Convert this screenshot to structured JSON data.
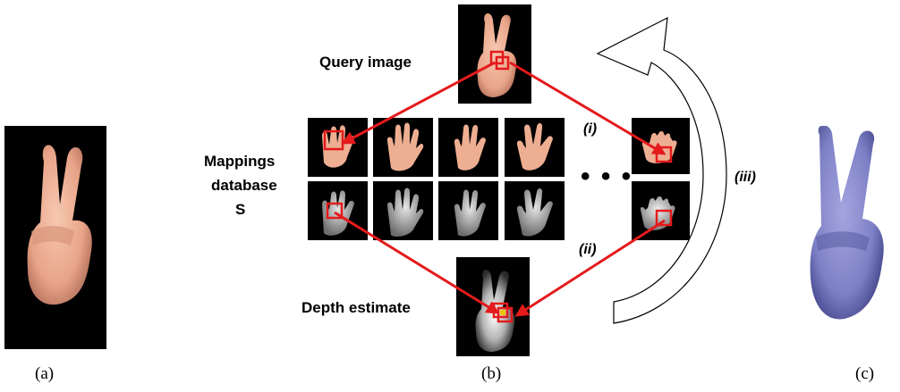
{
  "captions": {
    "a": "(a)",
    "b": "(b)",
    "c": "(c)"
  },
  "labels": {
    "query_image": "Query image",
    "mappings_line1": "Mappings",
    "mappings_line2": "database",
    "mappings_line3": "S",
    "depth_estimate": "Depth estimate"
  },
  "steps": {
    "i": "(i)",
    "ii": "(ii)",
    "iii": "(iii)"
  },
  "ellipsis": "• • •",
  "colors": {
    "arrow": "#e41a1c",
    "skin": "#f2b79c",
    "depth": "#bdbdbd",
    "mesh": "#7e80c6",
    "tile_bg": "#000000"
  }
}
